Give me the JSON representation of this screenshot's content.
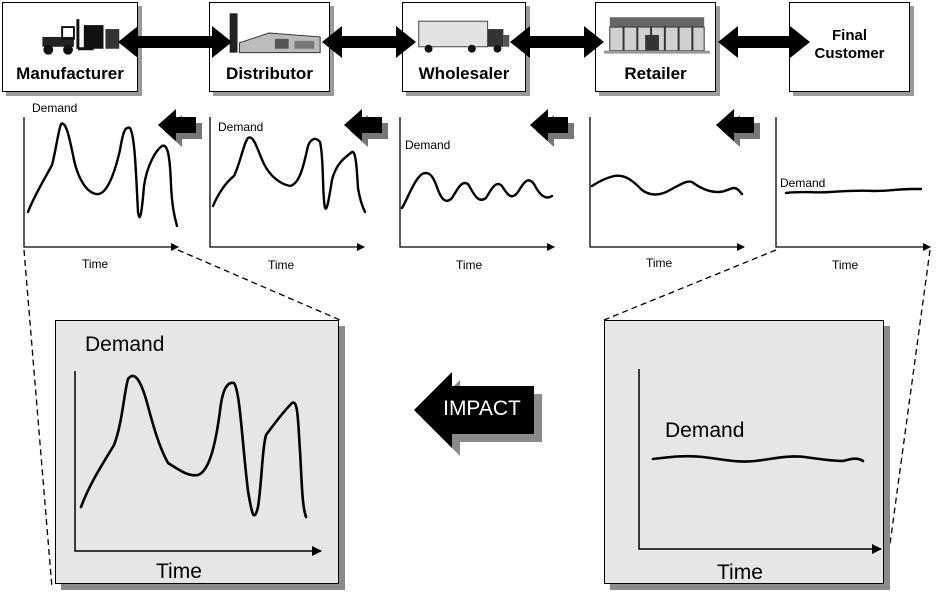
{
  "chain": {
    "nodes": [
      {
        "label": "Manufacturer",
        "icon": "forklift-icon"
      },
      {
        "label": "Distributor",
        "icon": "warehouse-icon"
      },
      {
        "label": "Wholesaler",
        "icon": "truck-icon"
      },
      {
        "label": "Retailer",
        "icon": "store-icon"
      },
      {
        "label": "Final Customer",
        "icon": ""
      }
    ],
    "link_icon": "double-arrow-icon"
  },
  "panels": [
    {
      "stage": "Manufacturer",
      "y_label": "Demand",
      "x_label": "Time"
    },
    {
      "stage": "Distributor",
      "y_label": "Demand",
      "x_label": "Time"
    },
    {
      "stage": "Wholesaler",
      "y_label": "Demand",
      "x_label": "Time"
    },
    {
      "stage": "Retailer",
      "y_label": "",
      "x_label": "Time"
    },
    {
      "stage": "Final Customer",
      "y_label": "Demand",
      "x_label": "Time"
    }
  ],
  "zoom": {
    "left": {
      "y_label": "Demand",
      "x_label": "Time"
    },
    "right": {
      "y_label": "Demand",
      "x_label": "Time"
    }
  },
  "impact_label": "IMPACT",
  "colors": {
    "arrow": "#000000",
    "shadow": "#8a8a8a",
    "zoom_bg": "#e6e6e6"
  }
}
